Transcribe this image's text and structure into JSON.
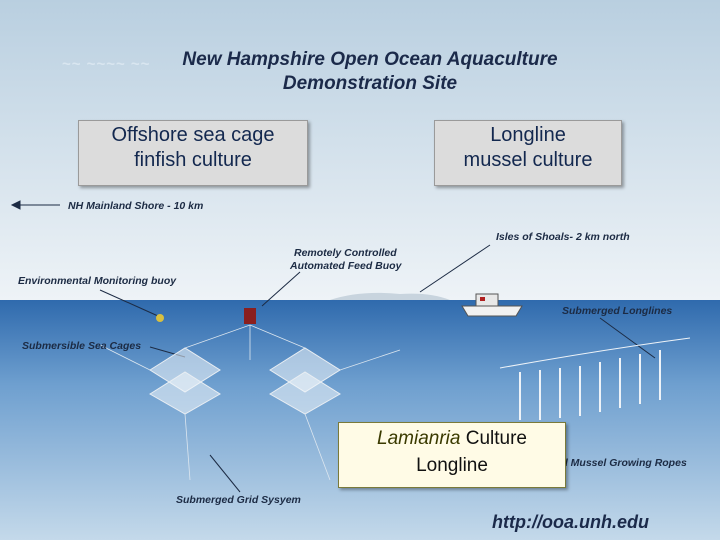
{
  "title": {
    "line1": "New Hampshire Open Ocean Aquaculture",
    "line2": "Demonstration Site"
  },
  "boxes": {
    "left": {
      "line1": "Offshore sea cage",
      "line2": "finfish culture"
    },
    "right": {
      "line1": "Longline",
      "line2": "mussel culture"
    },
    "bottom": {
      "italic": "Lamianria",
      "rest": " Culture",
      "line2": "Longline"
    }
  },
  "labels": {
    "mainland": "NH Mainland Shore - 10 km",
    "feed_buoy_1": "Remotely Controlled",
    "feed_buoy_2": "Automated Feed Buoy",
    "isles": "Isles of Shoals- 2 km north",
    "env_buoy": "Environmental Monitoring buoy",
    "submerged_longlines": "Submerged Longlines",
    "sea_cages": "Submersible Sea Cages",
    "mussel_ropes": "Submerged Mussel Growing Ropes",
    "grid": "Submerged Grid Sysyem"
  },
  "url": "http://ooa.unh.edu",
  "colors": {
    "sky_top": "#b9cfe0",
    "sky_bottom": "#e7eef4",
    "water_top": "#3f78b6",
    "water_bottom": "#a9c7e0",
    "text_dark": "#1c2b44"
  }
}
